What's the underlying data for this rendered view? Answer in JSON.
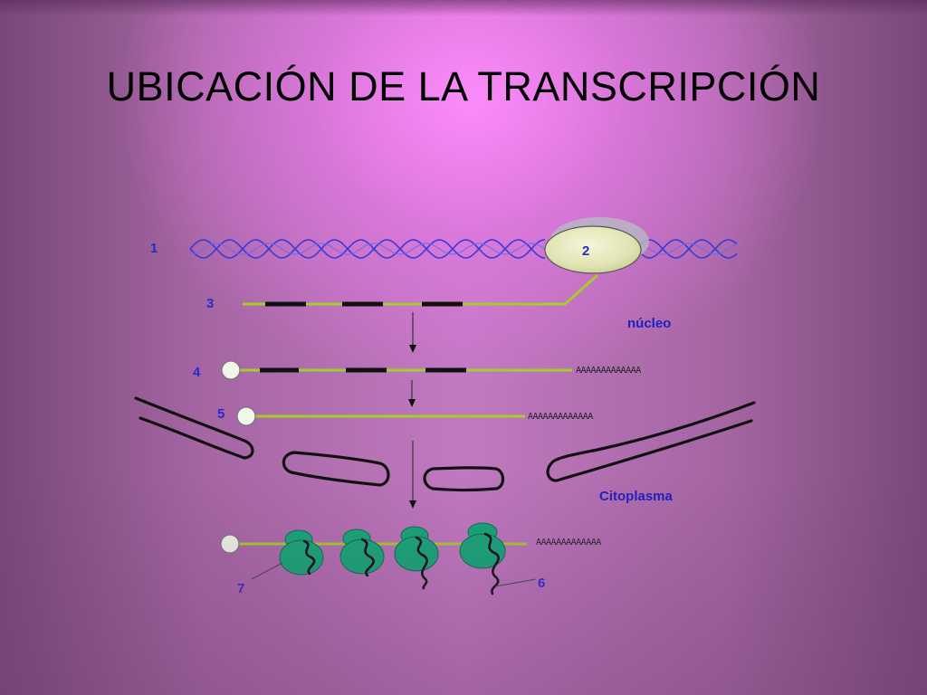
{
  "title": "UBICACIÓN DE LA TRANSCRIPCIÓN",
  "labels": {
    "n1": "1",
    "n2": "2",
    "n3": "3",
    "n4": "4",
    "n5": "5",
    "n6": "6",
    "n7": "7",
    "nucleo": "núcleo",
    "citoplasma": "Citoplasma"
  },
  "polyA": {
    "row4": "AAAAAAAAAAAAA",
    "row5": "AAAAAAAAAAAAA",
    "row7": "AAAAAAAAAAAAA"
  },
  "colors": {
    "dna_strand": "#3a3ad8",
    "rna_strand": "#a6cc2a",
    "exon": "#111111",
    "polymerase_fill": "#e4e7b8",
    "ribosome": "#13a878",
    "cap_fill": "#f2f6ea"
  }
}
